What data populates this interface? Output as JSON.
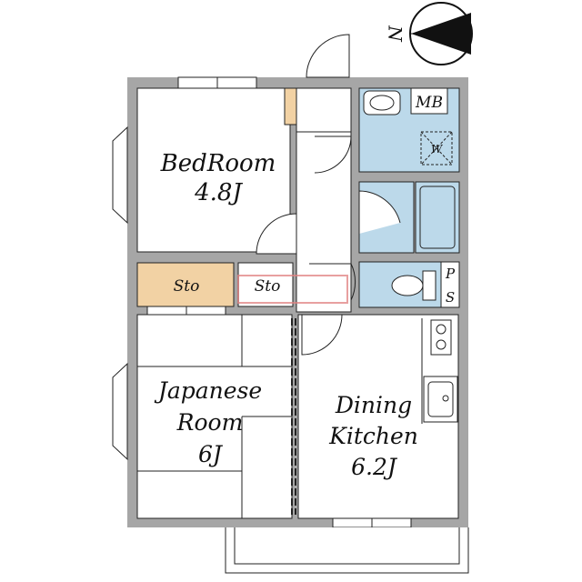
{
  "compass": {
    "label": "N",
    "icon": "north-arrow-icon"
  },
  "rooms": {
    "bedroom": {
      "name": "BedRoom",
      "size": "4.8J"
    },
    "japanese": {
      "name_line1": "Japanese",
      "name_line2": "Room",
      "size": "6J"
    },
    "dining": {
      "name_line1": "Dining",
      "name_line2": "Kitchen",
      "size": "6.2J"
    },
    "storage_left": "Sto",
    "storage_right": "Sto"
  },
  "fixtures": {
    "meter_box": "MB",
    "washer": "W",
    "pipe_space_p": "P",
    "pipe_space_s": "S"
  },
  "watermark": {
    "small_text": "",
    "main_text": ""
  },
  "colors": {
    "wall": "#a6a6a6",
    "water_area": "#bcd9ea",
    "storage": "#f2d2a4",
    "outline": "#222222"
  }
}
